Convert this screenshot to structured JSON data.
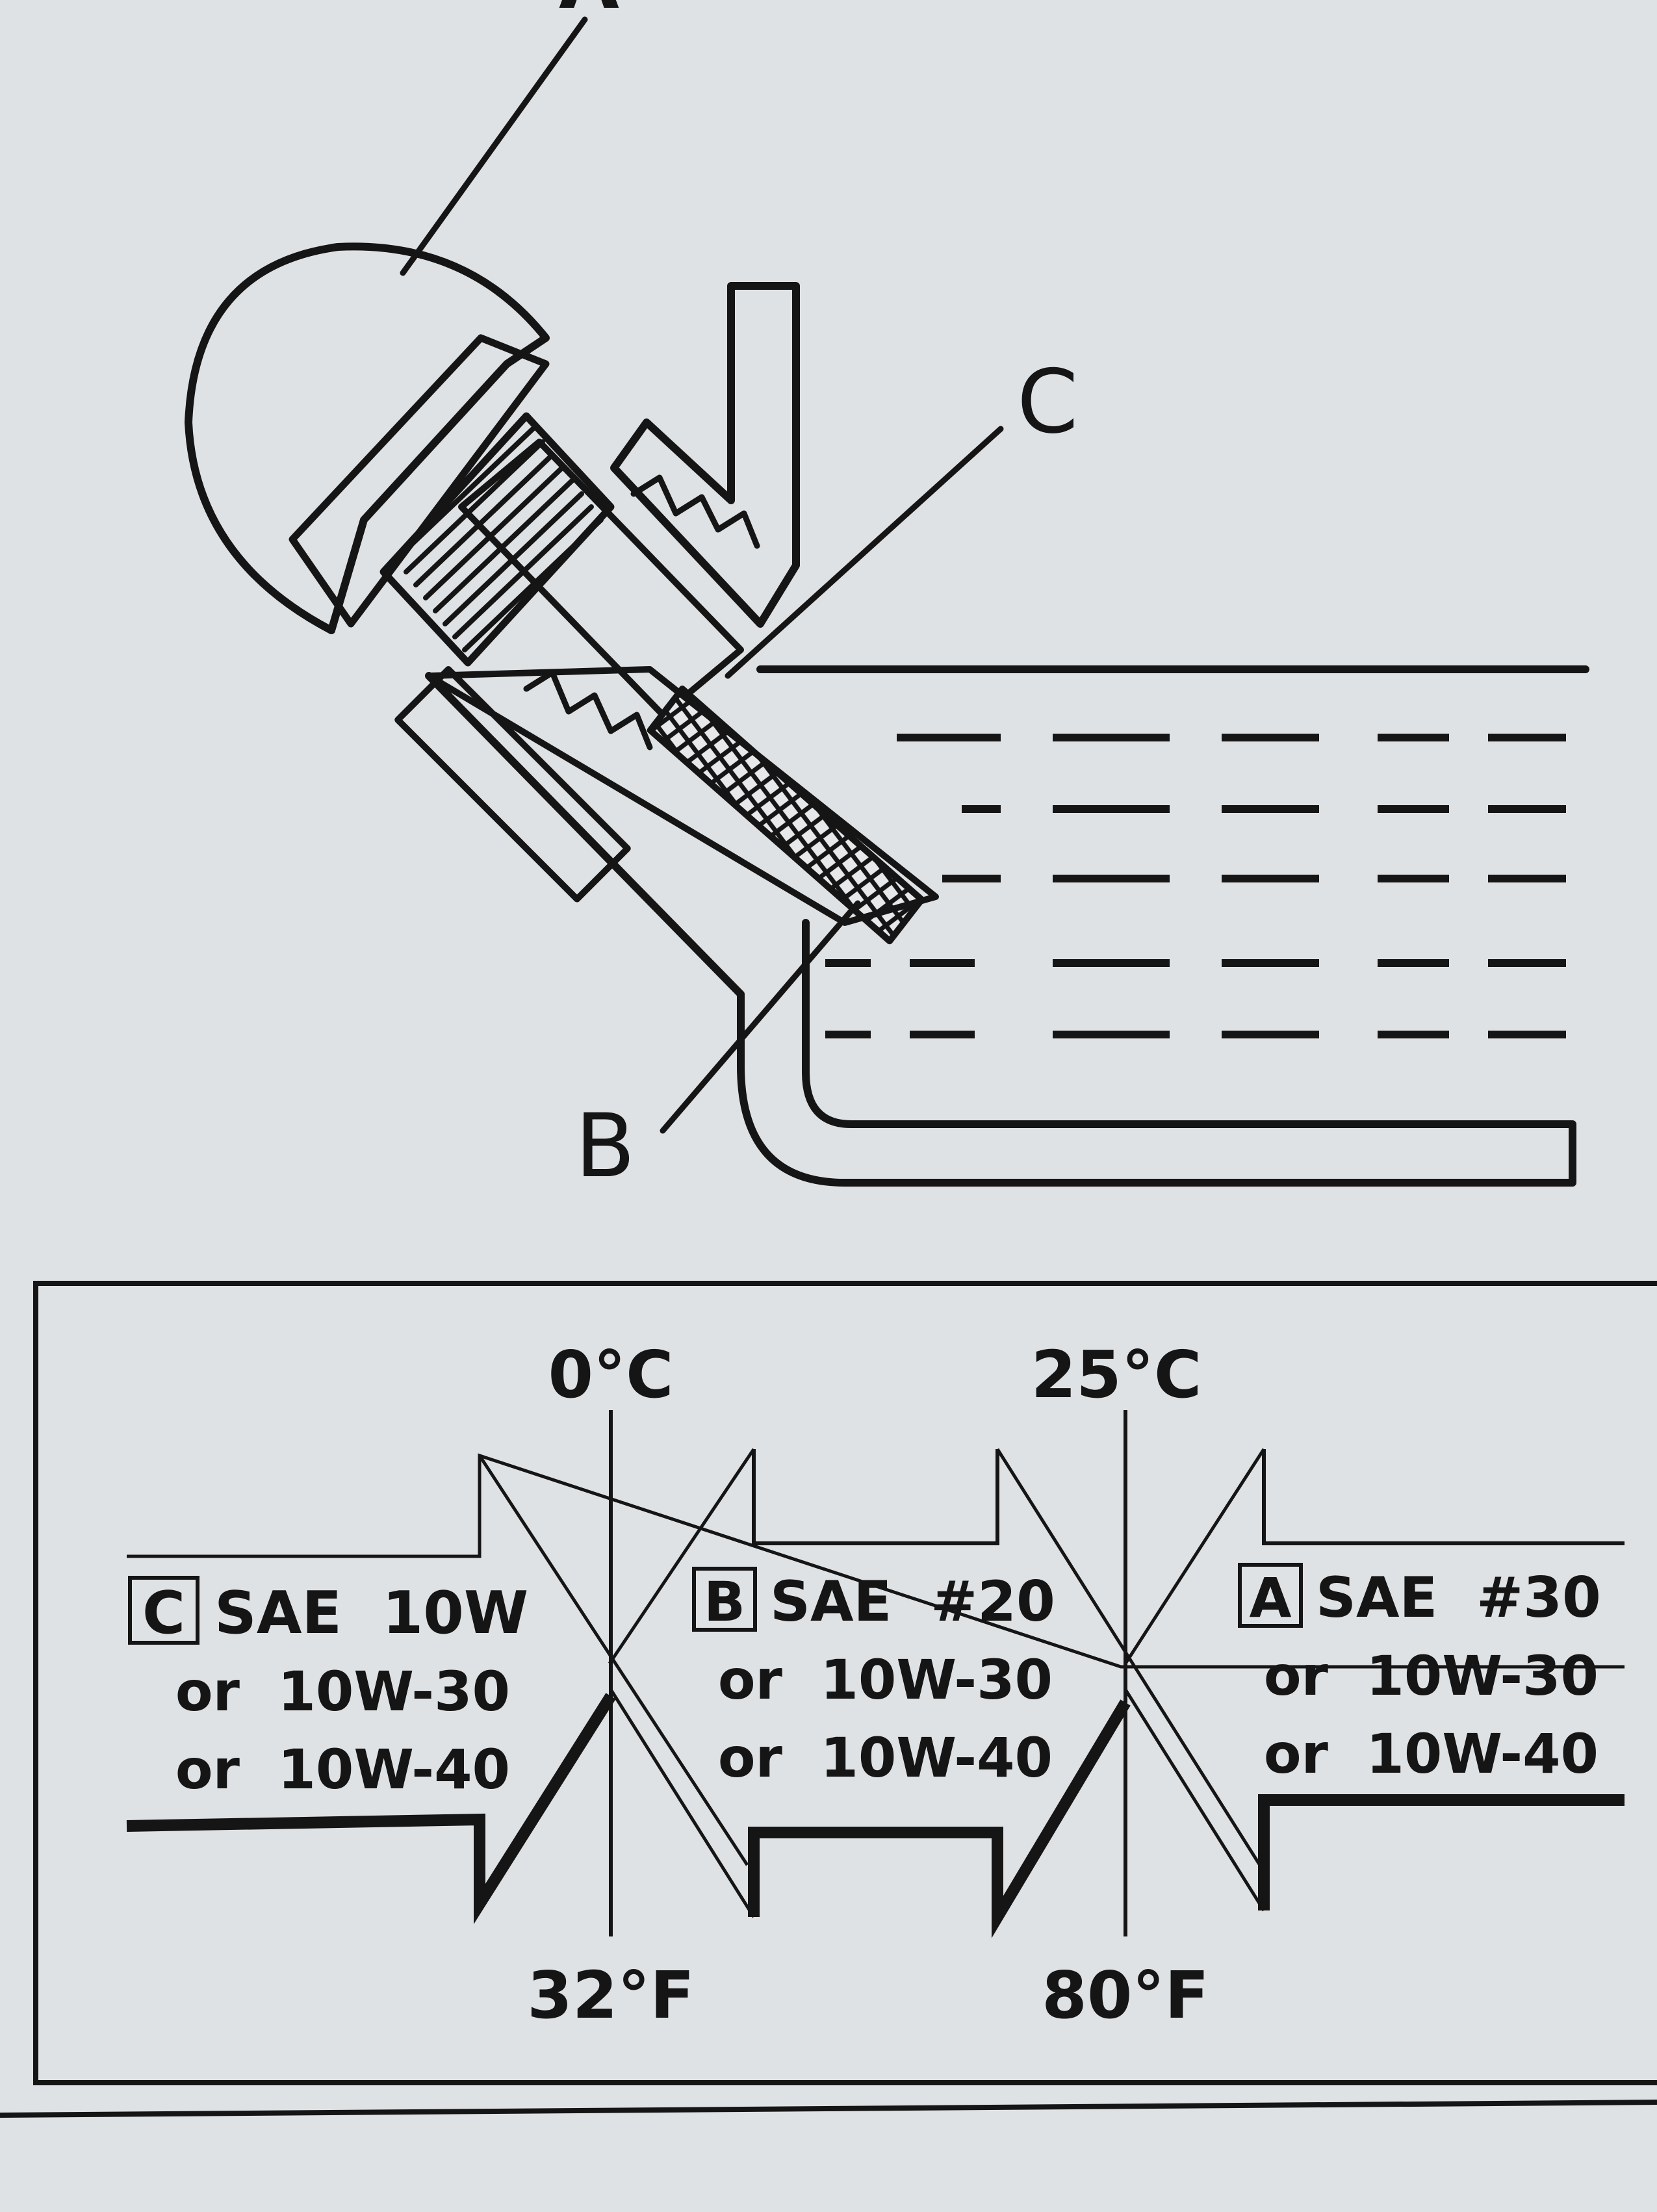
{
  "figure": {
    "callouts": {
      "a": "A",
      "b": "B",
      "c": "C"
    }
  },
  "temperature_chart": {
    "scale_celsius": [
      "0°C",
      "25°C"
    ],
    "scale_fahrenheit": [
      "32°F",
      "80°F"
    ],
    "grades": [
      {
        "letter": "C",
        "name": "SAE  10W",
        "alt1": "or  10W-30",
        "alt2": "or  10W-40"
      },
      {
        "letter": "B",
        "name": "SAE  #20",
        "alt1": "or  10W-30",
        "alt2": "or  10W-40"
      },
      {
        "letter": "A",
        "name": "SAE  #30",
        "alt1": "or  10W-30",
        "alt2": "or  10W-40"
      }
    ]
  },
  "colors": {
    "paper": "#dfe2e4",
    "ink": "#151515"
  }
}
